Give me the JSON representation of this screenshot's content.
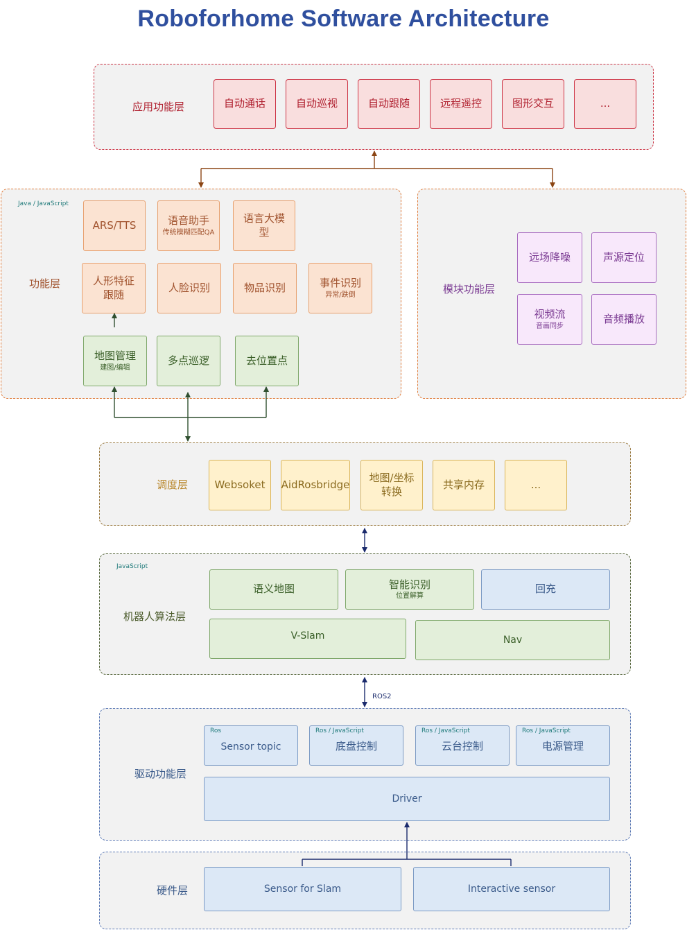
{
  "title": "Roboforhome Software Architecture",
  "layers": {
    "app": {
      "label": "应用功能层",
      "boxes": [
        "自动通话",
        "自动巡视",
        "自动跟随",
        "远程遥控",
        "图形交互",
        "..."
      ]
    },
    "function": {
      "label": "功能层",
      "tag": "Java / JavaScript",
      "row1": [
        {
          "text": "ARS/TTS",
          "sub": ""
        },
        {
          "text": "语音助手",
          "sub": "传统模糊匹配QA"
        },
        {
          "text": "语言大模型",
          "sub": ""
        }
      ],
      "row2": [
        {
          "text": "人形特征跟随",
          "sub": ""
        },
        {
          "text": "人脸识别",
          "sub": ""
        },
        {
          "text": "物品识别",
          "sub": ""
        },
        {
          "text": "事件识别",
          "sub": "异常/跌倒"
        }
      ],
      "row3": [
        {
          "text": "地图管理",
          "sub": "建图/编辑"
        },
        {
          "text": "多点巡逻",
          "sub": ""
        },
        {
          "text": "去位置点",
          "sub": ""
        }
      ]
    },
    "module": {
      "label": "模块功能层",
      "boxes": [
        {
          "text": "远场降噪",
          "sub": ""
        },
        {
          "text": "声源定位",
          "sub": ""
        },
        {
          "text": "视频流",
          "sub": "音画同步"
        },
        {
          "text": "音频播放",
          "sub": ""
        }
      ]
    },
    "schedule": {
      "label": "调度层",
      "boxes": [
        "Websoket",
        "AidRosbridge",
        "地图/坐标转换",
        "共享内存",
        "..."
      ]
    },
    "algorithm": {
      "label": "机器人算法层",
      "tag": "JavaScript",
      "row1": [
        {
          "text": "语义地图",
          "sub": ""
        },
        {
          "text": "智能识别",
          "sub": "位置解算"
        },
        {
          "text": "回充",
          "sub": ""
        }
      ],
      "row2": [
        "V-Slam",
        "Nav"
      ]
    },
    "driver": {
      "label": "驱动功能层",
      "boxes": [
        {
          "tag": "Ros",
          "text": "Sensor topic"
        },
        {
          "tag": "Ros / JavaScript",
          "text": "底盘控制"
        },
        {
          "tag": "Ros / JavaScript",
          "text": "云台控制"
        },
        {
          "tag": "Ros / JavaScript",
          "text": "电源管理"
        }
      ],
      "driver": "Driver"
    },
    "hardware": {
      "label": "硬件层",
      "boxes": [
        "Sensor for Slam",
        "Interactive sensor"
      ]
    }
  },
  "connector_labels": {
    "ros2": "ROS2"
  },
  "colors": {
    "title": "#2f4f9e",
    "app_border": "#cc3344",
    "function_border": "#e07b39",
    "module_border": "#e07b39",
    "schedule_border": "#9a7a40",
    "algorithm_border": "#5a6a40",
    "driver_border": "#5a78b5",
    "hardware_border": "#5a78b5",
    "arrow_brown": "#8b4513",
    "arrow_green": "#2f4f2f",
    "arrow_navy": "#1a2a6c"
  }
}
